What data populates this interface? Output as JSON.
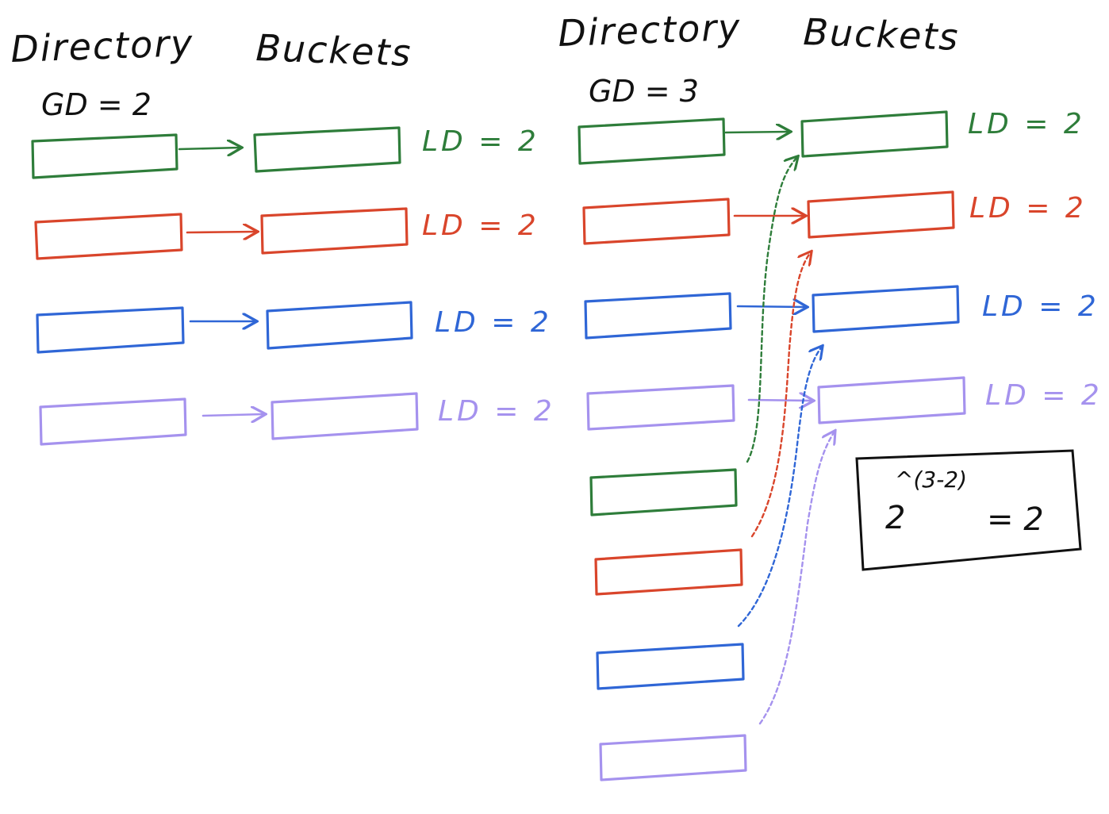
{
  "colors": {
    "green": "#2e7d3a",
    "red": "#d9452b",
    "blue": "#2f66d6",
    "purple": "#a592ee",
    "ink": "#111111"
  },
  "left_panel": {
    "directory_heading": "Directory",
    "buckets_heading": "Buckets",
    "global_depth": "GD = 2",
    "rows": [
      {
        "color": "green",
        "local_depth": "LD = 2"
      },
      {
        "color": "red",
        "local_depth": "LD = 2"
      },
      {
        "color": "blue",
        "local_depth": "LD = 2"
      },
      {
        "color": "purple",
        "local_depth": "LD = 2"
      }
    ]
  },
  "right_panel": {
    "directory_heading": "Directory",
    "buckets_heading": "Buckets",
    "global_depth": "GD = 3",
    "buckets": [
      {
        "color": "green",
        "local_depth": "LD = 2"
      },
      {
        "color": "red",
        "local_depth": "LD = 2"
      },
      {
        "color": "blue",
        "local_depth": "LD = 2"
      },
      {
        "color": "purple",
        "local_depth": "LD = 2"
      }
    ],
    "directory_entries": [
      "green",
      "red",
      "blue",
      "purple",
      "green",
      "red",
      "blue",
      "purple"
    ]
  },
  "formula": {
    "base": "2",
    "exponent": "^(3-2)",
    "result": "= 2"
  }
}
